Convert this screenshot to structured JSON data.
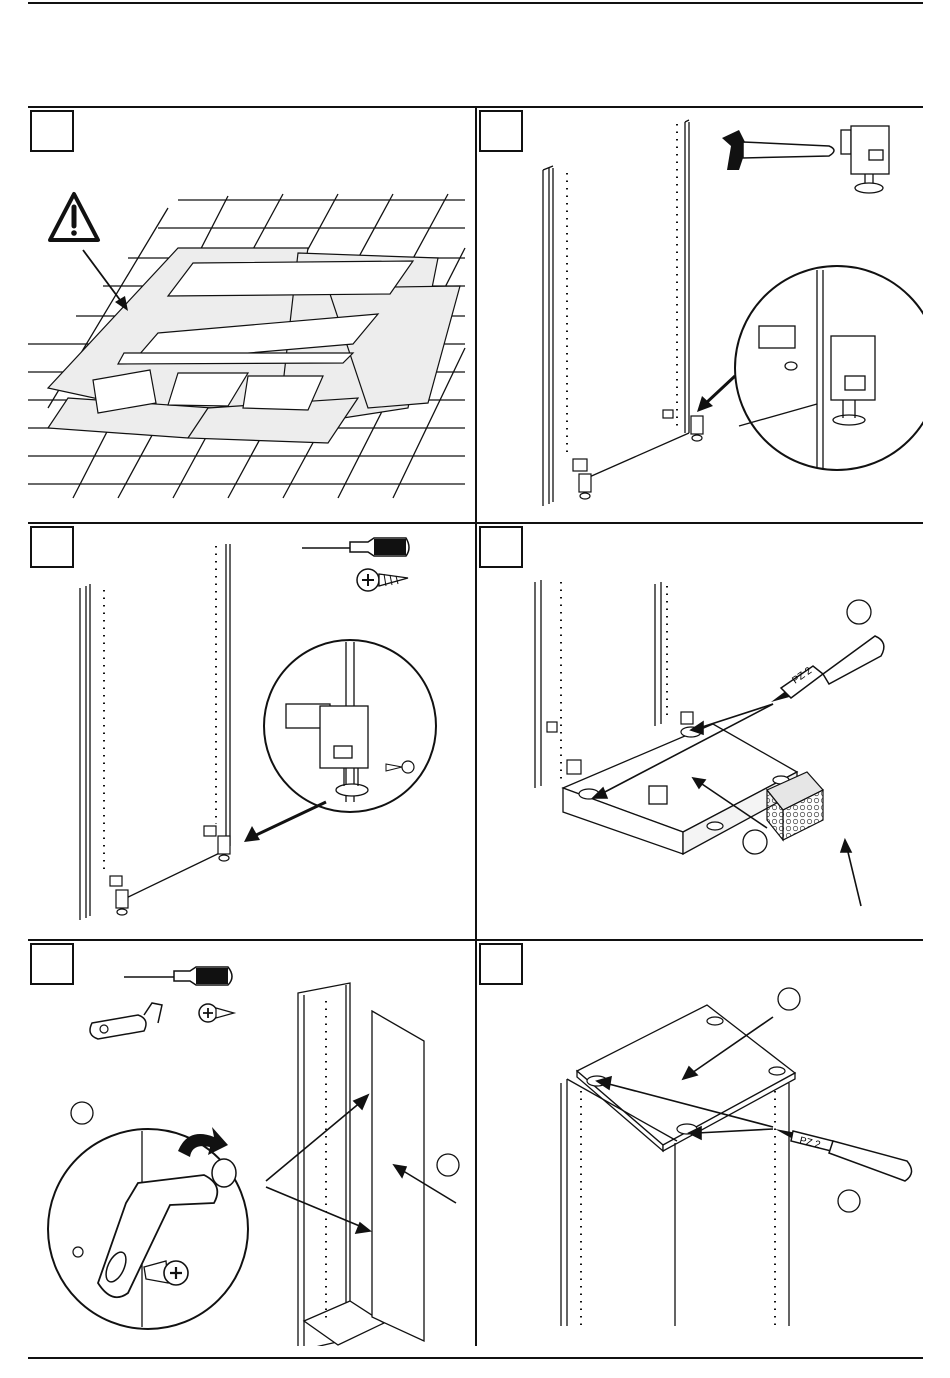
{
  "document": {
    "type": "assembly-instructions",
    "steps": [
      {
        "number": "",
        "name": "unpack-parts-on-protective-surface"
      },
      {
        "number": "",
        "name": "hammer-in-plinth-legs"
      },
      {
        "number": "",
        "name": "screw-plinth-legs"
      },
      {
        "number": "",
        "name": "attach-bottom-panel"
      },
      {
        "number": "",
        "name": "fit-wall-brackets"
      },
      {
        "number": "",
        "name": "attach-top-panel"
      }
    ],
    "tool_markings": {
      "screwdriver_step4": "PZ 2",
      "screwdriver_step6": "PZ 2"
    },
    "icons": [
      "warning-icon",
      "hammer-icon",
      "screwdriver-icon",
      "screw-icon",
      "wall-bracket-icon",
      "rotate-arrow-icon"
    ]
  }
}
